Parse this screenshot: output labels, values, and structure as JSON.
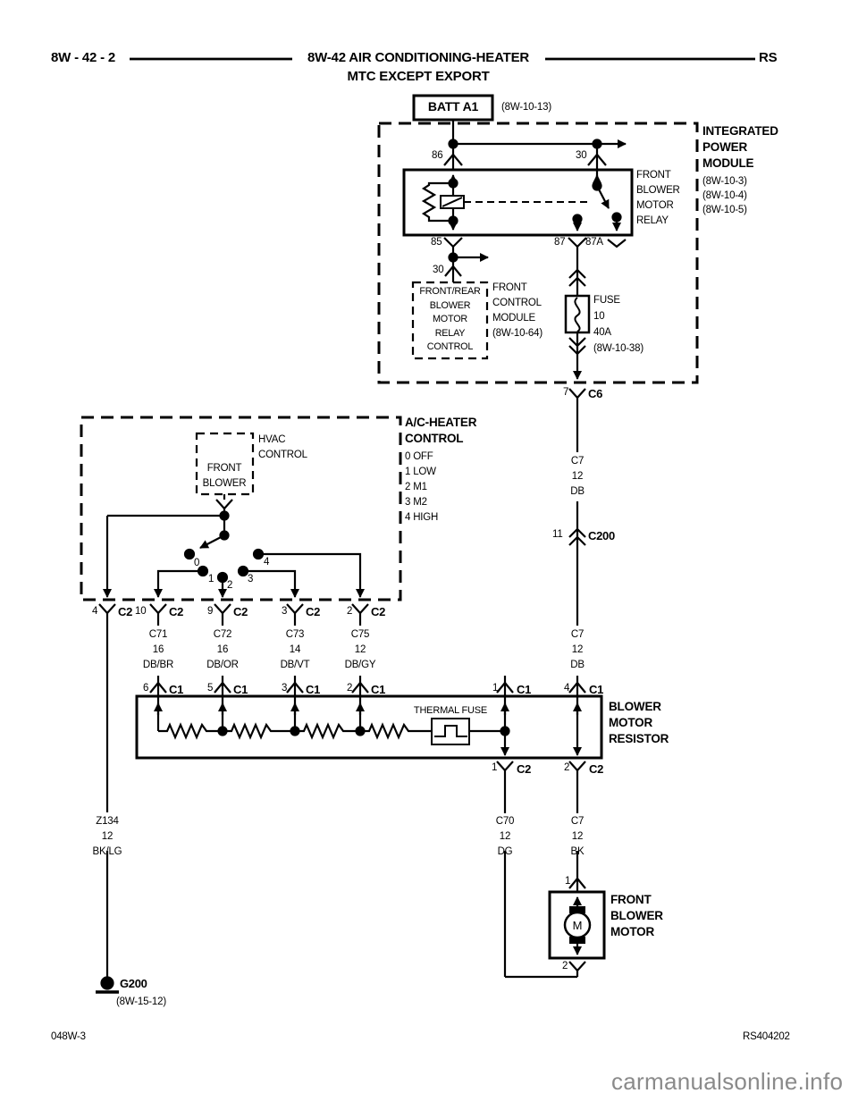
{
  "header": {
    "page": "8W - 42 - 2",
    "title": "8W-42 AIR CONDITIONING-HEATER",
    "subtitle": "MTC EXCEPT EXPORT",
    "corner": "RS"
  },
  "battery": {
    "label": "BATT A1",
    "ref": "(8W-10-13)"
  },
  "ipm": {
    "name": "INTEGRATED\nPOWER\nMODULE",
    "refs": "(8W-10-3)\n(8W-10-4)\n(8W-10-5)",
    "relay": "FRONT\nBLOWER\nMOTOR\nRELAY",
    "t86": "86",
    "t30": "30",
    "t85": "85",
    "t87": "87",
    "t87a": "87A",
    "t30b": "30"
  },
  "fcm": {
    "box": "FRONT/REAR\nBLOWER\nMOTOR\nRELAY\nCONTROL",
    "label": "FRONT\nCONTROL\nMODULE\n(8W-10-64)"
  },
  "fuse": {
    "label": "FUSE\n10\n40A\n(8W-10-38)"
  },
  "c6": {
    "pin": "7",
    "name": "C6"
  },
  "c200": {
    "pin": "11",
    "name": "C200"
  },
  "wires": {
    "c7db_a": "C7\n12\nDB",
    "c7db_b": "C7\n12\nDB",
    "c71": "C71\n16\nDB/BR",
    "c72": "C72\n16\nDB/OR",
    "c73": "C73\n14\nDB/VT",
    "c75": "C75\n12\nDB/GY",
    "z134": "Z134\n12\nBK/LG",
    "c70": "C70\n12\nDG",
    "c7bk": "C7\n12\nBK"
  },
  "ac": {
    "title": "A/C-HEATER\nCONTROL",
    "positions": "0 OFF\n1 LOW\n2 M1\n3 M2\n4 HIGH",
    "hvac": "HVAC\nCONTROL",
    "front_blower": "FRONT\nBLOWER",
    "s0": "0",
    "s1": "1",
    "s2": "2",
    "s3": "3",
    "s4": "4"
  },
  "c2row": {
    "name": "C2",
    "p4": "4",
    "p10": "10",
    "p9": "9",
    "p3": "3",
    "p2": "2"
  },
  "c1row": {
    "name": "C1",
    "p6": "6",
    "p5": "5",
    "p3": "3",
    "p2": "2",
    "p1": "1",
    "p4": "4"
  },
  "resistor": {
    "title": "BLOWER\nMOTOR\nRESISTOR",
    "thermal": "THERMAL FUSE",
    "b1": "1",
    "b2": "2",
    "name": "C2"
  },
  "motor": {
    "title": "FRONT\nBLOWER\nMOTOR",
    "p1": "1",
    "p2": "2",
    "m": "M"
  },
  "ground": {
    "name": "G200",
    "ref": "(8W-15-12)"
  },
  "footer": {
    "left": "048W-3",
    "right": "RS404202",
    "watermark": "carmanualsonline.info"
  }
}
